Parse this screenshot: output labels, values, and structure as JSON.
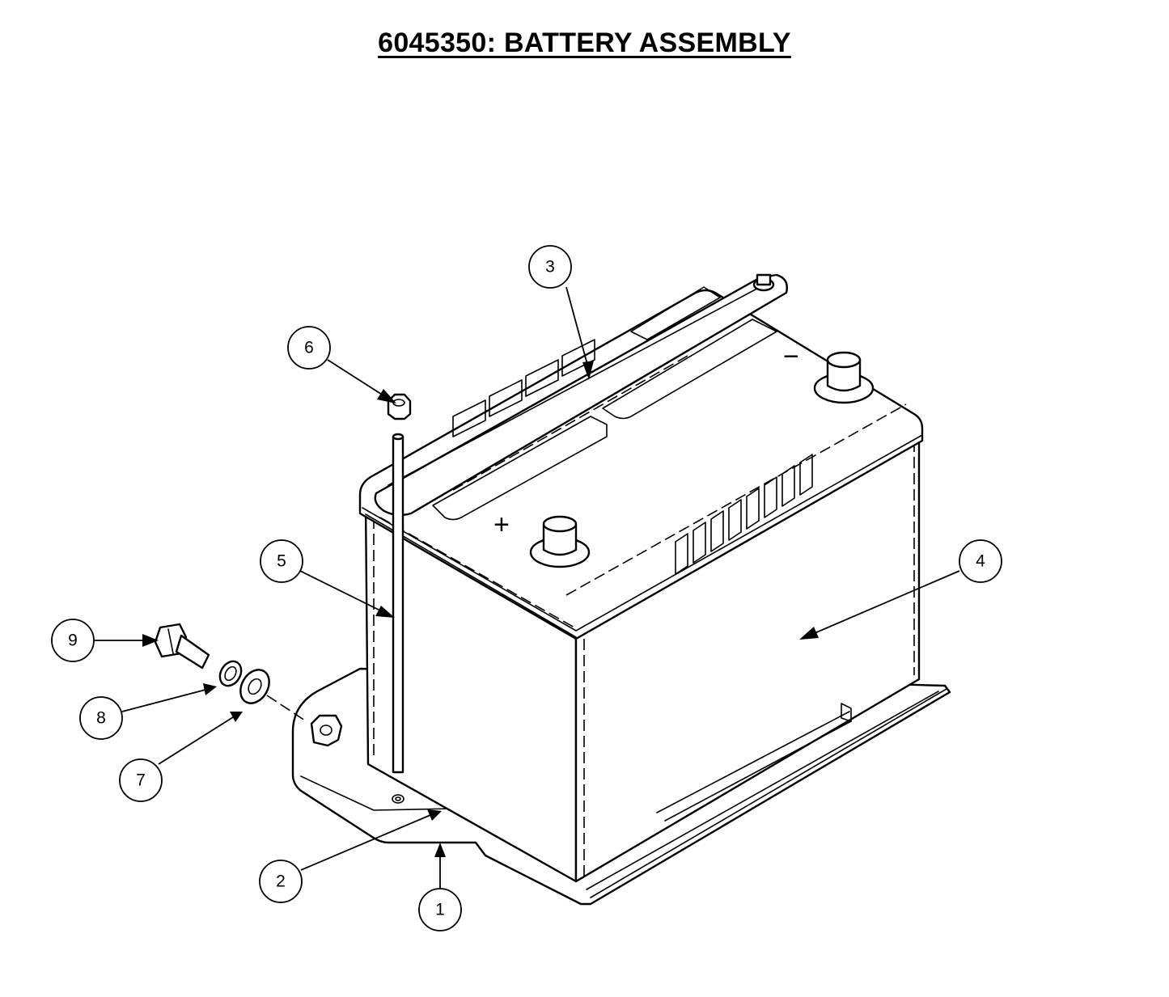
{
  "title": "6045350:  BATTERY ASSEMBLY",
  "terminal_marks": {
    "positive": "+",
    "negative": "−"
  },
  "callouts": [
    {
      "label": "1",
      "part": "tray"
    },
    {
      "label": "2",
      "part": "tray-edge"
    },
    {
      "label": "3",
      "part": "hold-down-bar"
    },
    {
      "label": "4",
      "part": "battery"
    },
    {
      "label": "5",
      "part": "j-bolt"
    },
    {
      "label": "6",
      "part": "nut"
    },
    {
      "label": "7",
      "part": "flat-washer"
    },
    {
      "label": "8",
      "part": "lock-washer"
    },
    {
      "label": "9",
      "part": "hex-bolt"
    }
  ]
}
